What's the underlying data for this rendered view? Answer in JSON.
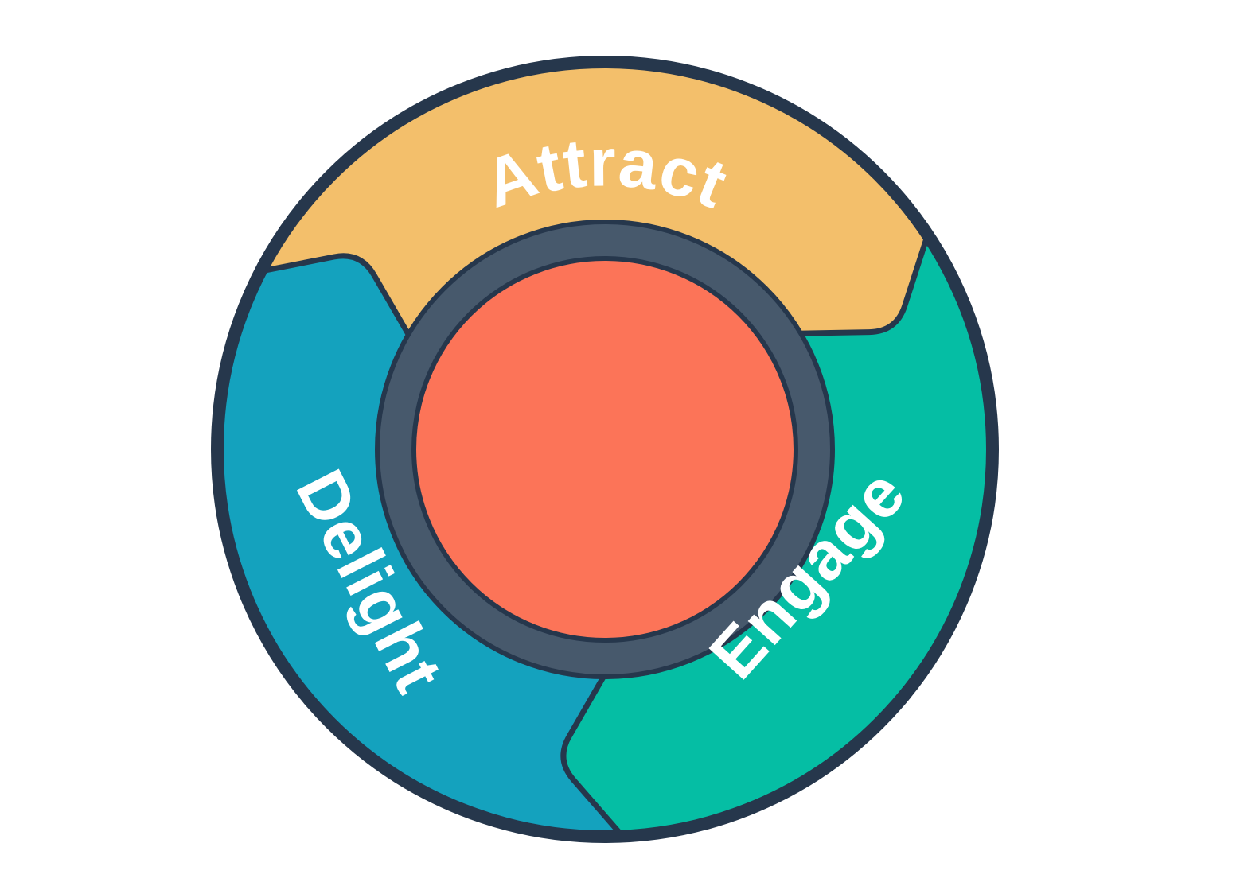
{
  "diagram": {
    "type": "flywheel",
    "flow_direction": "clockwise",
    "background_color": "#FFFFFF",
    "outline_color": "#26374C",
    "ring_color": "#47596C",
    "hub_color": "#FC7458",
    "label_color": "#FFFFFF",
    "segments": [
      {
        "label": "Attract",
        "position": "top",
        "color": "#F3BF6B"
      },
      {
        "label": "Engage",
        "position": "right",
        "color": "#05BEA4"
      },
      {
        "label": "Delight",
        "position": "left",
        "color": "#14A2BE"
      }
    ]
  }
}
